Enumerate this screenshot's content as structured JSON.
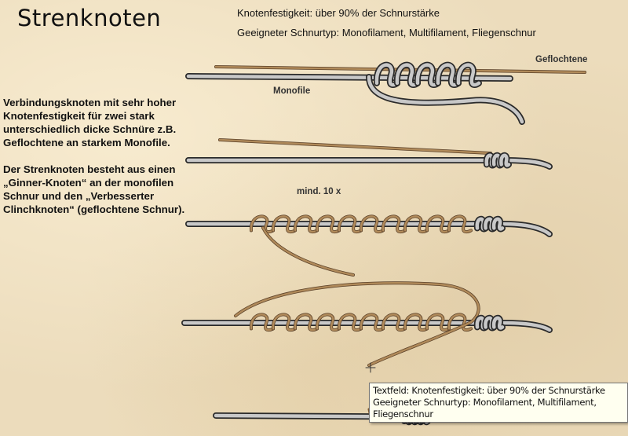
{
  "title": "Strenknoten",
  "info": {
    "strength": "Knotenfestigkeit: über 90% der Schnurstärke",
    "line_type": "Geeigneter Schnurtyp: Monofilament, Multifilament, Fliegenschnur"
  },
  "description": [
    "Verbindungsknoten mit sehr hoher Knotenfestigkeit für zwei stark unterschiedlich dicke Schnüre z.B. Geflochtene an starkem Monofile.",
    "Der Strenknoten besteht aus einen „Ginner-Knoten“ an der monofilen Schnur und den „Verbesserter Clinchknoten“ (geflochtene Schnur)."
  ],
  "labels": {
    "braided": "Geflochtene",
    "mono": "Monofile",
    "turns": "mind. 10 x"
  },
  "tooltip": {
    "line1": "Textfeld: Knotenfestigkeit: über 90% der Schnurstärke",
    "line2": "Geeigneter Schnurtyp: Monofilament, Multifilament, Fliegenschnur"
  },
  "colors": {
    "mono": "#c8c8c8",
    "outline": "#2a2a2a",
    "braid": "#b08a5a"
  }
}
